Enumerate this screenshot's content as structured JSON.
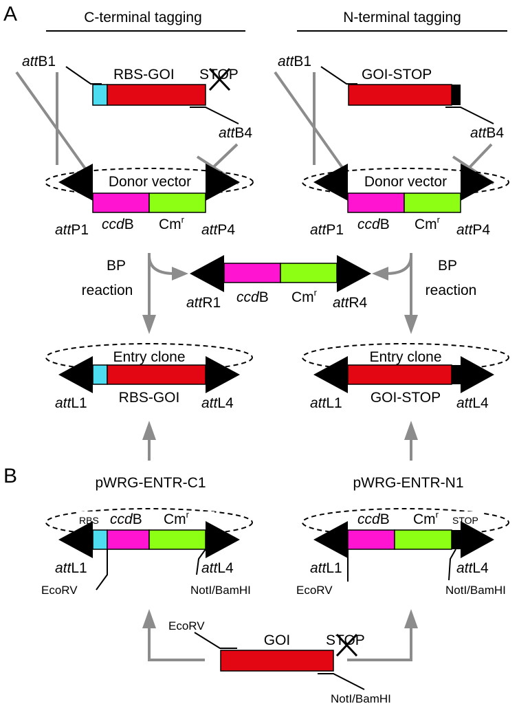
{
  "panel_labels": {
    "a": "A",
    "b": "B"
  },
  "headers": {
    "c_terminal": "C-terminal tagging",
    "n_terminal": "N-terminal tagging"
  },
  "att_prefix": "att",
  "sites": {
    "B1": "B1",
    "B4": "B4",
    "P1": "P1",
    "P4": "P4",
    "R1": "R1",
    "R4": "R4",
    "L1": "L1",
    "L4": "L4"
  },
  "inserts": {
    "rbs_goi": "RBS-GOI",
    "goi_stop": "GOI-STOP",
    "stop_crossed": "STOP",
    "goi": "GOI"
  },
  "vectors": {
    "donor": "Donor vector",
    "entry": "Entry clone",
    "ccdb_italic": "ccd",
    "ccdb_rest": "B",
    "cmr_base": "Cm",
    "cmr_sup": "r"
  },
  "bp_reaction": {
    "line1": "BP",
    "line2": "reaction"
  },
  "plasmids": {
    "c1": "pWRG-ENTR-C1",
    "n1": "pWRG-ENTR-N1"
  },
  "small_labels": {
    "rbs": "RBS",
    "stop": "STOP"
  },
  "restriction_sites": {
    "ecorv": "EcoRV",
    "notbam": "NotI/BamHI"
  },
  "colors": {
    "goi_red": "#e30613",
    "rbs_cyan": "#4ddcf0",
    "ccdb_magenta": "#ff14d2",
    "cmr_green": "#8cff14",
    "grey": "#8c8c8c",
    "black": "#000000"
  }
}
